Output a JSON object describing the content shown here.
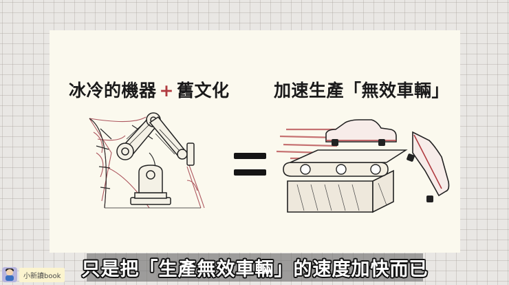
{
  "slide": {
    "left_headline": {
      "part1": "冰冷的機器",
      "operator": "+",
      "part2": "舊文化"
    },
    "right_headline": {
      "part1": "加速",
      "part2": "生產「",
      "part3": "無效車輛",
      "part4": "」"
    },
    "equals_sign": "=",
    "left_illustration": "robotic-arm-covered-in-cobwebs",
    "right_illustration": "cars-falling-off-fast-conveyor-belt",
    "colors": {
      "card_background": "#fbf9ee",
      "accent_red": "#b03a3f",
      "highlight": "#cd555f",
      "ink": "#1a1a1a"
    }
  },
  "subtitle": {
    "text": "只是把「生產無效車輛」的速度加快而已"
  },
  "channel": {
    "name": "小新讀book",
    "avatar_icon": "cartoon-boy-avatar"
  }
}
